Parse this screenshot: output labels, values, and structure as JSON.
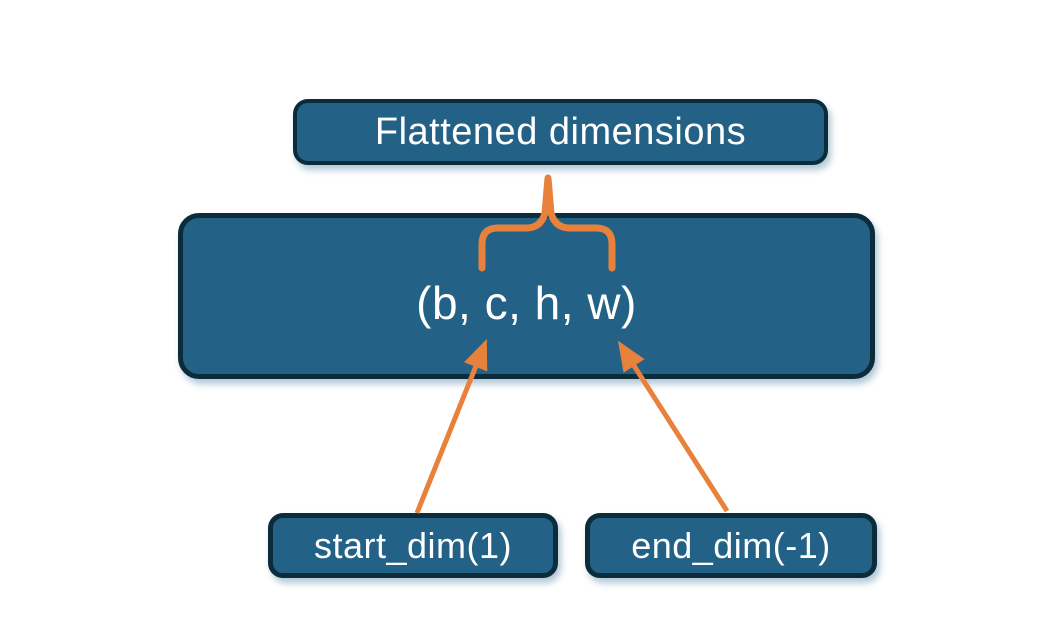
{
  "colors": {
    "background": "#ffffff",
    "accent_orange": "#e8813c",
    "node_fill": "#236286",
    "node_border": "#0d2c3b",
    "node_text": "#ffffff"
  },
  "nodes": {
    "flattened": {
      "label": "Flattened dimensions"
    },
    "tensor_shape": {
      "label": "(b, c, h, w)"
    },
    "start_dim": {
      "label": "start_dim(1)"
    },
    "end_dim": {
      "label": "end_dim(-1)"
    }
  },
  "connectors": {
    "brace": "brace grouping c, h, w under Flattened dimensions",
    "start_arrow": "start_dim(1) points to dimension c",
    "end_arrow": "end_dim(-1) points to dimension w"
  }
}
